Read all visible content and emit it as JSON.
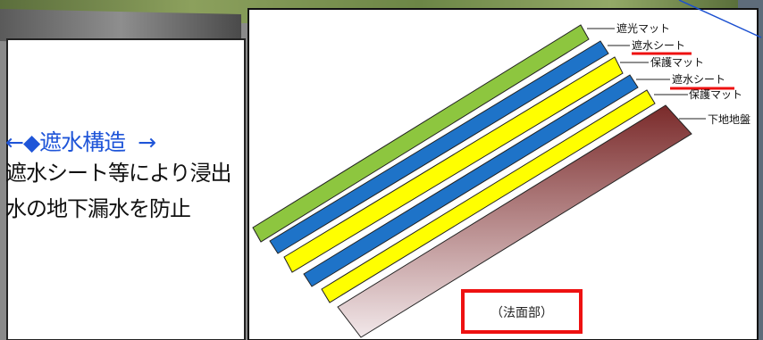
{
  "left_panel": {
    "heading_arrow_left": "←",
    "heading": "◆遮水構造",
    "heading_arrow_right": "→",
    "body": "遮水シート等により浸出水の地下漏水を防止"
  },
  "diagram": {
    "labels": [
      {
        "text": "遮光マット",
        "underline": false
      },
      {
        "text": "遮水シート",
        "underline": true
      },
      {
        "text": "保護マット",
        "underline": false
      },
      {
        "text": "遮水シート",
        "underline": true
      },
      {
        "text": "保護マット",
        "underline": false
      },
      {
        "text": "下地地盤",
        "underline": false
      }
    ],
    "caption": "（法面部）"
  },
  "colors": {
    "shading_mat": "#8dc63f",
    "water_sheet": "#1e73c8",
    "protect_mat": "#ffff00",
    "ground": "#7a2a2a",
    "heading": "#1f55d8",
    "caption_border": "#ee1111",
    "underline": "#ee1111"
  }
}
